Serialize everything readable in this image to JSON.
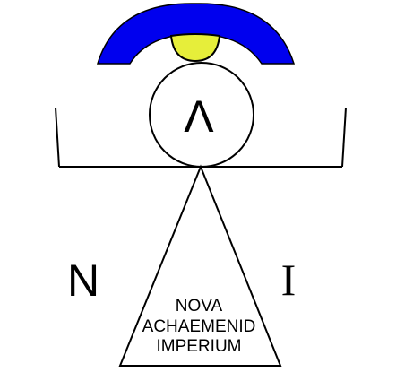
{
  "emblem": {
    "head_glyph": "Λ",
    "left_letter": "N",
    "right_letter": "I",
    "motto": {
      "line1": "NOVA",
      "line2": "ACHAEMENID",
      "line3": "IMPERIUM"
    }
  },
  "colors": {
    "arch": "#0000ee",
    "sun": "#e6ee3a",
    "stroke": "#000000",
    "background": "#ffffff"
  },
  "icons": {
    "arch": "blue-arch-icon",
    "sun": "yellow-sun-icon",
    "head": "circle-head-icon",
    "body": "triangle-body-icon",
    "arms": "outstretched-arms-icon"
  }
}
